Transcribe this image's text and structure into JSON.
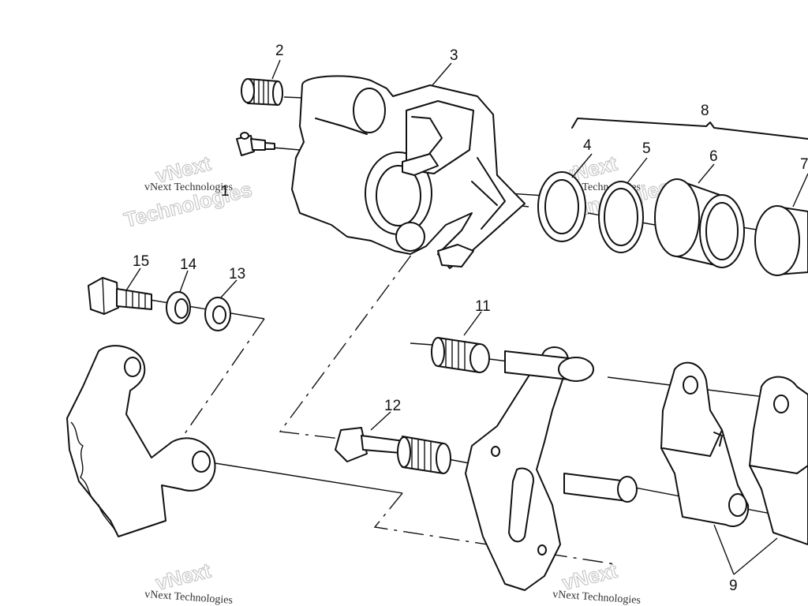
{
  "diagram": {
    "callouts": {
      "c1": "1",
      "c2": "2",
      "c3": "3",
      "c4": "4",
      "c5": "5",
      "c6": "6",
      "c7": "7",
      "c8": "8",
      "c9": "9",
      "c11": "11",
      "c12": "12",
      "c13": "13",
      "c14": "14",
      "c15": "15"
    }
  },
  "watermark": {
    "small_text": "vNext Technologies",
    "line1": "vNext",
    "line2": "Technologies"
  }
}
